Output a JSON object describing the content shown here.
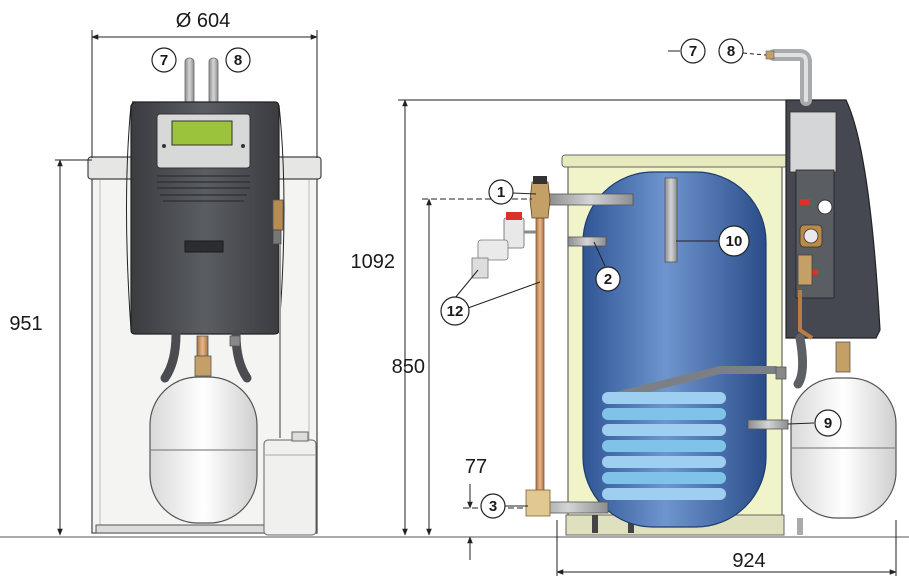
{
  "dimensions": {
    "width_front": "Ø 604",
    "height_front": "951",
    "height_total": "1092",
    "height_outlet": "850",
    "height_inlet": "77",
    "depth_side": "924"
  },
  "callouts": {
    "c1": "1",
    "c2": "2",
    "c3": "3",
    "c7_front": "7",
    "c8_front": "8",
    "c7_side": "7",
    "c8_side": "8",
    "c9": "9",
    "c10": "10",
    "c12": "12"
  },
  "colors": {
    "housing": "#f2f2f0",
    "control_unit": "#4a4c50",
    "display": "#9bc43c",
    "tank_blue": "#3e66a8",
    "coil": "#7fc3ea",
    "tank_jacket": "#f1f3c8",
    "pipe_gray": "#a9aaab",
    "copper": "#c9935e",
    "expansion_vessel": "#f3f3f3"
  }
}
